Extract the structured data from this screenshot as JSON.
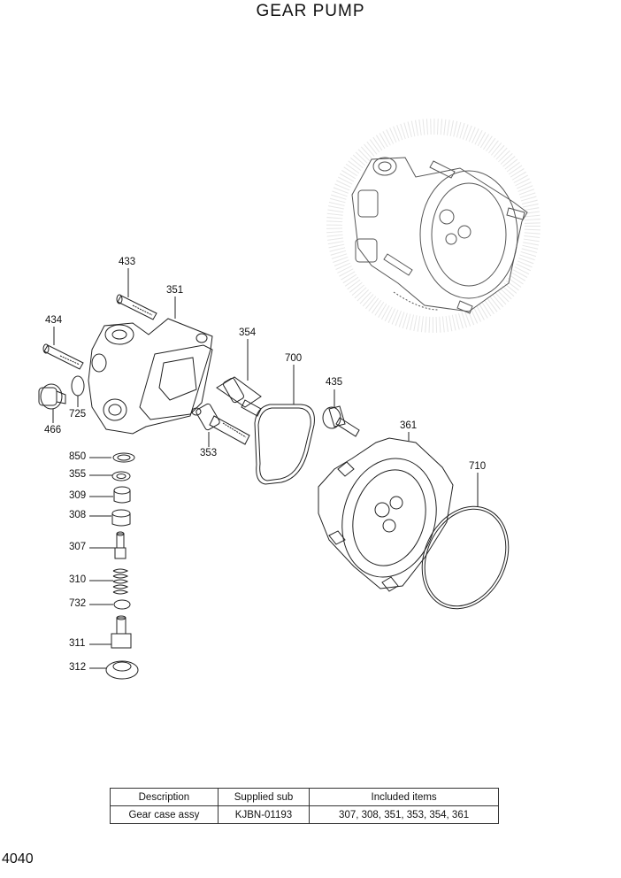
{
  "title": "GEAR PUMP",
  "page_number": "4040",
  "part_labels": [
    {
      "id": "433",
      "text": "433"
    },
    {
      "id": "351",
      "text": "351"
    },
    {
      "id": "434",
      "text": "434"
    },
    {
      "id": "354",
      "text": "354"
    },
    {
      "id": "700",
      "text": "700"
    },
    {
      "id": "435",
      "text": "435"
    },
    {
      "id": "725",
      "text": "725"
    },
    {
      "id": "466",
      "text": "466"
    },
    {
      "id": "361",
      "text": "361"
    },
    {
      "id": "353",
      "text": "353"
    },
    {
      "id": "710",
      "text": "710"
    },
    {
      "id": "850",
      "text": "850"
    },
    {
      "id": "355",
      "text": "355"
    },
    {
      "id": "309",
      "text": "309"
    },
    {
      "id": "308",
      "text": "308"
    },
    {
      "id": "307",
      "text": "307"
    },
    {
      "id": "310",
      "text": "310"
    },
    {
      "id": "732",
      "text": "732"
    },
    {
      "id": "311",
      "text": "311"
    },
    {
      "id": "312",
      "text": "312"
    }
  ],
  "table": {
    "headers": [
      "Description",
      "Supplied sub",
      "Included items"
    ],
    "rows": [
      [
        "Gear case assy",
        "KJBN-01193",
        "307, 308, 351, 353, 354, 361"
      ]
    ]
  }
}
